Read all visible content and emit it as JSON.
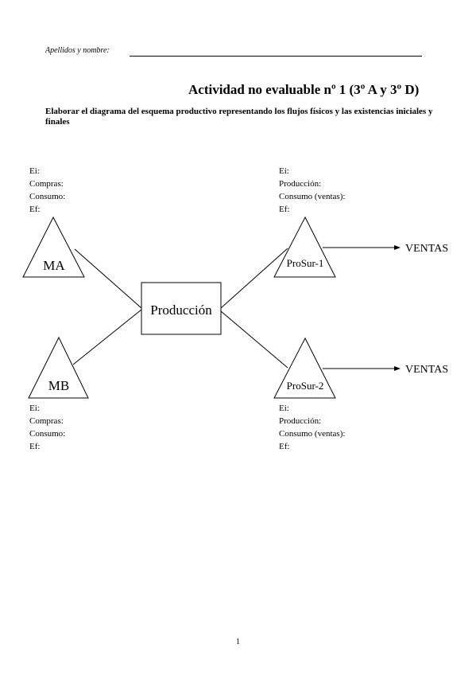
{
  "header": {
    "name_label": "Apellidos y nombre:",
    "title": "Actividad no evaluable nº 1 (3º A y 3º D)",
    "instruction": "Elaborar el diagrama del esquema productivo representando los flujos físicos y las existencias iniciales y finales"
  },
  "diagram": {
    "ma": {
      "label": "MA",
      "fields": [
        "Ei:",
        "Compras:",
        "Consumo:",
        "Ef:"
      ]
    },
    "mb": {
      "label": "MB",
      "fields": [
        "Ei:",
        "Compras:",
        "Consumo:",
        "Ef:"
      ]
    },
    "produccion": {
      "label": "Producción"
    },
    "prosur1": {
      "label": "ProSur-1",
      "fields": [
        "Ei:",
        "Producción:",
        "Consumo (ventas):",
        "Ef:"
      ],
      "sales": "VENTAS"
    },
    "prosur2": {
      "label": "ProSur-2",
      "fields": [
        "Ei:",
        "Producción:",
        "Consumo (ventas):",
        "Ef:"
      ],
      "sales": "VENTAS"
    }
  },
  "footer": {
    "page_number": "1"
  }
}
